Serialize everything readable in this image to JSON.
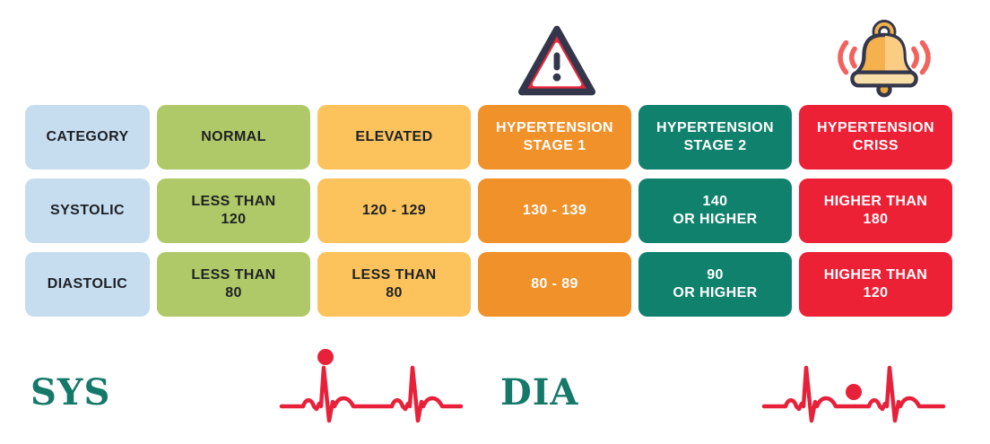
{
  "page": {
    "background": "#ffffff",
    "description": "Blood pressure categories infographic"
  },
  "icons": [
    {
      "name": "warning-triangle-icon",
      "glyph": "!",
      "colors": {
        "band": "#e8283c",
        "outline": "#34374c",
        "inner": "#ffffff"
      }
    },
    {
      "name": "alarm-bell-icon",
      "glyph": "bell",
      "colors": {
        "body": "#f4b14e",
        "highlight": "#fbcd84",
        "base": "#f9dda6",
        "outline": "#34374c",
        "waves": "#f2625e"
      }
    }
  ],
  "table": {
    "row_labels": [
      "CATEGORY",
      "SYSTOLIC",
      "DIASTOLIC"
    ],
    "columns": [
      {
        "id": "category",
        "bg": "#c6ddf0",
        "text": "#1e2124",
        "cells": [
          {
            "lines": [
              "CATEGORY"
            ]
          },
          {
            "lines": [
              "SYSTOLIC"
            ]
          },
          {
            "lines": [
              "DIASTOLIC"
            ]
          }
        ]
      },
      {
        "id": "normal",
        "bg": "#afc968",
        "text": "#1e2124",
        "cells": [
          {
            "lines": [
              "NORMAL"
            ]
          },
          {
            "lines": [
              "LESS THAN",
              "120"
            ]
          },
          {
            "lines": [
              "LESS THAN",
              "80"
            ]
          }
        ]
      },
      {
        "id": "elevated",
        "bg": "#fcc35c",
        "text": "#1e2124",
        "cells": [
          {
            "lines": [
              "ELEVATED"
            ]
          },
          {
            "lines": [
              "120 - 129"
            ]
          },
          {
            "lines": [
              "LESS THAN",
              "80"
            ]
          }
        ]
      },
      {
        "id": "hypertension-stage-1",
        "bg": "#f0912a",
        "text": "#ffffff",
        "cells": [
          {
            "lines": [
              "HYPERTENSION",
              "STAGE 1"
            ]
          },
          {
            "lines": [
              "130 - 139"
            ]
          },
          {
            "lines": [
              "80 - 89"
            ]
          }
        ]
      },
      {
        "id": "hypertension-stage-2",
        "bg": "#10816c",
        "text": "#ffffff",
        "cells": [
          {
            "lines": [
              "HYPERTENSION",
              "STAGE 2"
            ]
          },
          {
            "lines": [
              "140",
              "OR HIGHER"
            ]
          },
          {
            "lines": [
              "90",
              "OR HIGHER"
            ]
          }
        ]
      },
      {
        "id": "hypertension-criss",
        "bg": "#ec2136",
        "text": "#ffffff",
        "cells": [
          {
            "lines": [
              "HYPERTENSION",
              "CRISS"
            ]
          },
          {
            "lines": [
              "HIGHER THAN",
              "180"
            ]
          },
          {
            "lines": [
              "HIGHER THAN",
              "120"
            ]
          }
        ]
      }
    ]
  },
  "footer": {
    "sys_label": "SYS",
    "dia_label": "DIA",
    "label_color": "#15796a",
    "ecg_color": "#e8213a"
  }
}
